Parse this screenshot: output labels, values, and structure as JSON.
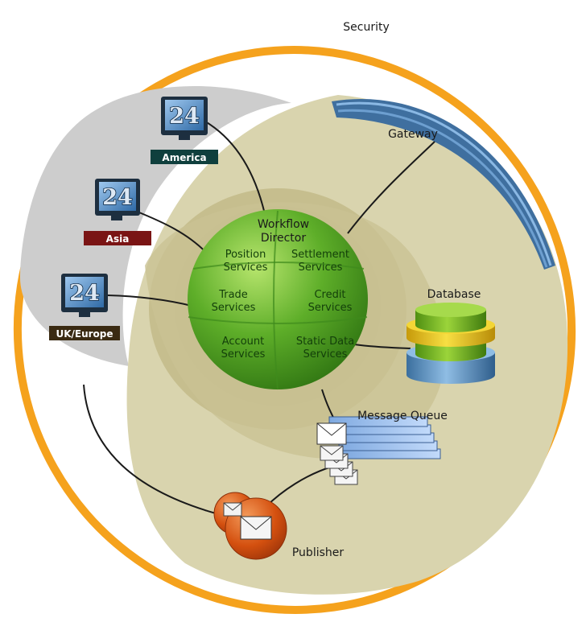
{
  "labels": {
    "security": "Security",
    "gateway": "Gateway",
    "workflow_line1": "Workflow",
    "workflow_line2": "Director",
    "database": "Database",
    "message_queue": "Message Queue",
    "publisher": "Publisher"
  },
  "services": [
    {
      "id": "position",
      "line1": "Position",
      "line2": "Services"
    },
    {
      "id": "settlement",
      "line1": "Settlement",
      "line2": "Services"
    },
    {
      "id": "trade",
      "line1": "Trade",
      "line2": "Services"
    },
    {
      "id": "credit",
      "line1": "Credit",
      "line2": "Services"
    },
    {
      "id": "account",
      "line1": "Account",
      "line2": "Services"
    },
    {
      "id": "static-data",
      "line1": "Static Data",
      "line2": "Services"
    }
  ],
  "terminals": [
    {
      "id": "america",
      "label": "America",
      "badge": "24",
      "tag_color": "#0f3f3d"
    },
    {
      "id": "asia",
      "label": "Asia",
      "badge": "24",
      "tag_color": "#7a1414"
    },
    {
      "id": "uk-europe",
      "label": "UK/Europe",
      "badge": "24",
      "tag_color": "#3a2a12"
    }
  ],
  "colors": {
    "security_ring": "#f5a21d",
    "outer_zone": "#d7d2aa",
    "inner_zone": "#c9c290",
    "hub": "#4f9e22",
    "gateway_arc": "#4f86bf",
    "database_green": "#6fb51f",
    "database_yellow": "#e6c41a",
    "database_blue": "#5e95c7",
    "publisher": "#d14a10",
    "queue": "#9bc0ee"
  },
  "icons": {
    "terminal": "monitor-icon",
    "envelope": "envelope-icon"
  }
}
